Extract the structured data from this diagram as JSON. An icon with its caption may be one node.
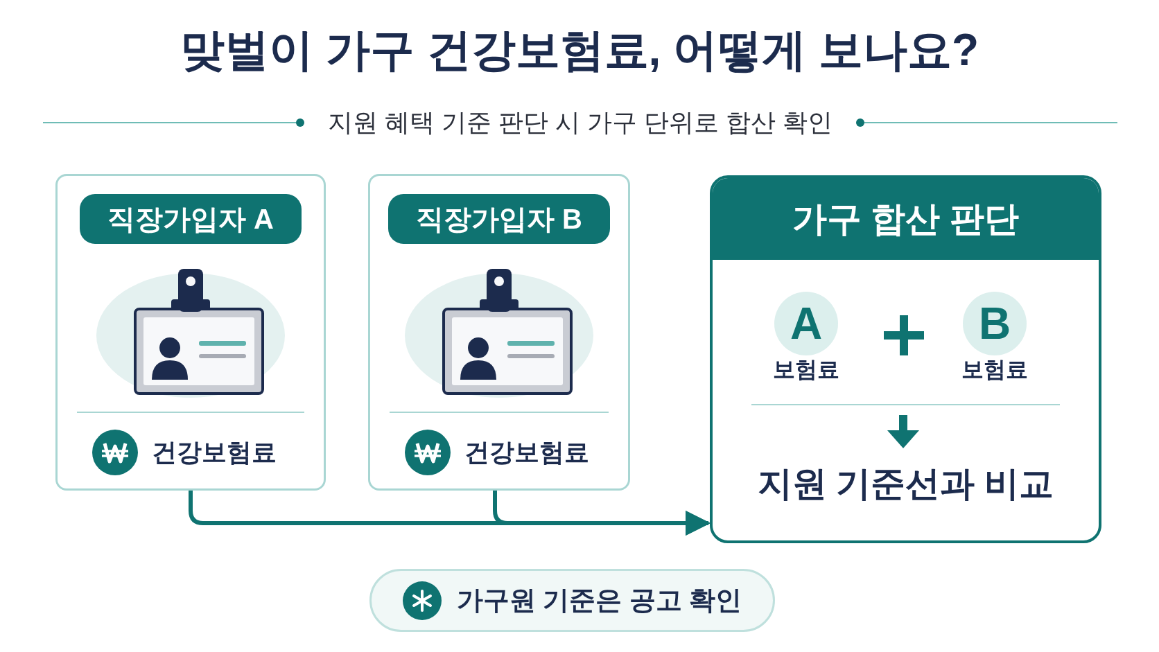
{
  "diagram": {
    "title": "맞벌이 가구 건강보험료, 어떻게 보나요?",
    "nodes": [
      {
        "text": [
          "건강보험료"
        ]
      },
      {
        "text": [
          "직장가입자 A"
        ],
        "in": 0
      },
      {
        "text": [
          "건강보험료"
        ]
      },
      {
        "text": [
          "직장가입자 B"
        ],
        "in": 2
      },
      {
        "text": [
          "가구 합산 판단",
          "지원 기준선과 비교"
        ]
      },
      {
        "text": [
          "A"
        ],
        "beside": [
          "보험료"
        ],
        "in": 4
      },
      {
        "text": [
          "B"
        ],
        "beside": [
          "보험료"
        ],
        "in": 4
      },
      {
        "text": [
          "가구원 기준은 공고 확인"
        ]
      }
    ],
    "edges": [
      {
        "from": 0,
        "to": 4,
        "arrow": "to"
      },
      {
        "from": 2,
        "to": 4,
        "arrow": "to"
      }
    ],
    "labels": [
      "지원 혜택 기준 판단 시 가구 단위로 합산 확인"
    ]
  }
}
